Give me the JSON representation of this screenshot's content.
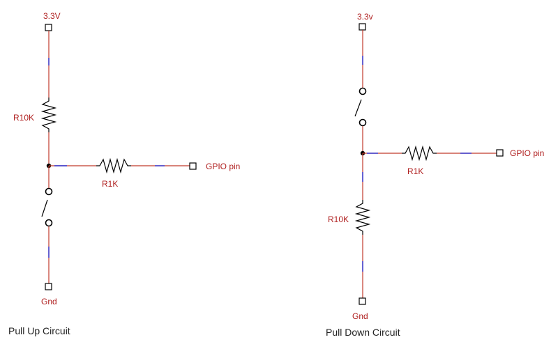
{
  "pull_up": {
    "supply_label": "3.3V",
    "resistor_top_label": "R10K",
    "resistor_series_label": "R1K",
    "gpio_label": "GPIO pin",
    "ground_label": "Gnd",
    "caption": "Pull Up Circuit"
  },
  "pull_down": {
    "supply_label": "3.3v",
    "resistor_series_label": "R1K",
    "gpio_label": "GPIO pin",
    "resistor_bottom_label": "R10K",
    "ground_label": "Gnd",
    "caption": "Pull Down Circuit"
  },
  "colors": {
    "wire": "#c0392b",
    "wire_tick": "#2a2fd0",
    "label": "#b02020",
    "component": "#000000"
  }
}
